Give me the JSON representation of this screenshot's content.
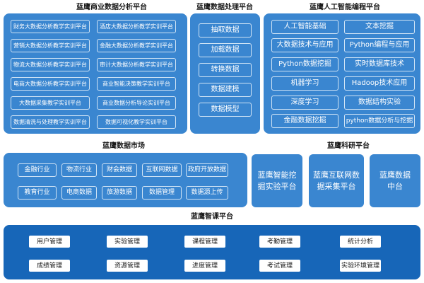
{
  "business": {
    "title": "蓝鹰商业数据分析平台",
    "items": [
      "财务大数据分析教学实训平台",
      "酒店大数据分析教学实训平台",
      "营销大数据分析教学实训平台",
      "金融大数据分析教学实训平台",
      "物流大数据分析教学实训平台",
      "审计大数据分析教学实训平台",
      "电商大数据分析教学实训平台",
      "商业智能决策教学实训平台",
      "大数据采集教学实训平台",
      "商业数据分析导论实训平台",
      "数据清洗与处理教学实训平台",
      "数据可视化教学实训平台"
    ]
  },
  "processing": {
    "title": "蓝鹰数据处理平台",
    "items": [
      "抽取数据",
      "加载数据",
      "转换数据",
      "数据建模",
      "数据模型"
    ]
  },
  "ai": {
    "title": "蓝鹰人工智能编程平台",
    "items": [
      "人工智能基础",
      "文本挖掘",
      "大数据技术与应用",
      "Python编程与应用",
      "Python数据挖掘",
      "实时数据库技术",
      "机器学习",
      "Hadoop技术应用",
      "深度学习",
      "数据结构实验",
      "金融数据挖掘",
      "python数据分析与挖掘"
    ]
  },
  "market": {
    "title": "蓝鹰数据市场",
    "items": [
      "金融行业",
      "物流行业",
      "财会数据",
      "互联网数据",
      "政府开放数据",
      "教育行业",
      "电商数据",
      "旅游数据",
      "数据管理",
      "数据源上传"
    ]
  },
  "research": {
    "title": "蓝鹰科研平台",
    "cards": [
      {
        "line1": "蓝鹰智能挖",
        "line2": "掘实验平台"
      },
      {
        "line1": "蓝鹰互联网数",
        "line2": "据采集平台"
      },
      {
        "line1": "蓝鹰数据",
        "line2": "中台"
      }
    ]
  },
  "course": {
    "title": "蓝鹰智课平台",
    "items": [
      "用户管理",
      "实验管理",
      "课程管理",
      "考勤管理",
      "统计分析",
      "成绩管理",
      "资源管理",
      "进度管理",
      "考试管理",
      "实验环境管理"
    ]
  }
}
